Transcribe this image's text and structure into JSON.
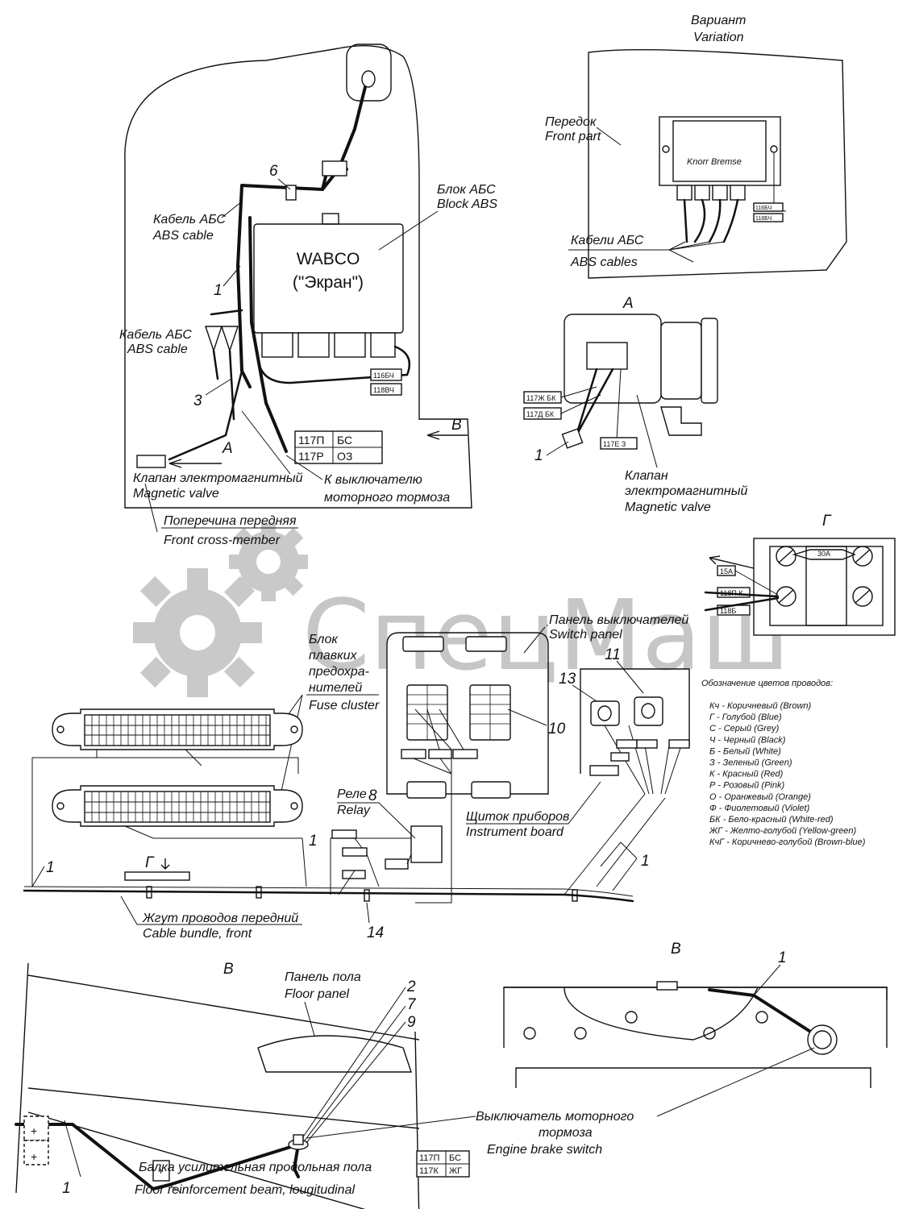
{
  "variation": {
    "ru": "Вариант",
    "en": "Variation"
  },
  "front_part": {
    "ru": "Передок",
    "en": "Front part"
  },
  "knorr_label": "Knorr Bremse",
  "abs_cables": {
    "ru": "Кабели АБС",
    "en": "ABS cables"
  },
  "view_a": "А",
  "view_g": "Г",
  "view_v": "В",
  "block_abs": {
    "ru": "Блок АБС",
    "en": "Block ABS"
  },
  "wabco": {
    "line1": "WABCO",
    "line2": "(\"Экран\")"
  },
  "abs_cable_top": {
    "ru": "Кабель АБС",
    "en": "ABS cable"
  },
  "abs_cable_left": {
    "ru": "Кабель АБС",
    "en": "ABS cable"
  },
  "magnetic_valve_main": {
    "ru": "Клапан электромагнитный",
    "en": "Magnetic valve"
  },
  "engine_brake_to": {
    "line1": "К выключателю",
    "line2": "моторного тормоза"
  },
  "front_cross_member": {
    "ru": "Поперечина передняя",
    "en": "Front cross-member"
  },
  "magnetic_valve_a": {
    "line1": "Клапан",
    "line2": "электромагнитный",
    "en": "Magnetic valve"
  },
  "fuse_cluster": {
    "line1": "Блок",
    "line2": "плавких",
    "line3": "предохра-",
    "line4": "нителей",
    "en": "Fuse cluster"
  },
  "switch_panel": {
    "ru": "Панель выключателей",
    "en": "Switch panel"
  },
  "relay": {
    "ru": "Реле",
    "en": "Relay"
  },
  "instrument_board": {
    "ru": "Щиток приборов",
    "en": "Instrument board"
  },
  "cable_bundle": {
    "ru": "Жгут проводов передний",
    "en": "Cable bundle, front"
  },
  "floor_panel": {
    "ru": "Панель пола",
    "en": "Floor panel"
  },
  "floor_beam": {
    "ru": "Балка усилительная продольная пола",
    "en": "Floor reinforcement beam, lougitudinal"
  },
  "engine_brake_switch": {
    "line1": "Выключатель моторного",
    "line2": "тормоза",
    "en": "Engine brake switch"
  },
  "watermark": "СпецМаш",
  "numbers": {
    "n1": "1",
    "n2": "2",
    "n3": "3",
    "n6": "6",
    "n7": "7",
    "n8": "8",
    "n9": "9",
    "n10": "10",
    "n11": "11",
    "n13": "13",
    "n14": "14"
  },
  "wire_table_top": [
    [
      "117П",
      "БС"
    ],
    [
      "117Р",
      "ОЗ"
    ]
  ],
  "wire_table_bottom": [
    [
      "117П",
      "БС"
    ],
    [
      "117К",
      "ЖГ"
    ]
  ],
  "tags": {
    "t116bch": "116БЧ",
    "t118bch": "118ВЧ",
    "t117e3": "117Е  З",
    "t117zhbk": "117Ж БК",
    "t117dbk": "117Д БК",
    "t15a": "15А",
    "t118pk": "118П К",
    "t118b": "118Б",
    "t30a": "30А",
    "t116v": "116БЧ",
    "t118v": "118БЧ"
  },
  "legend": {
    "title": "Обозначение цветов проводов:",
    "items": [
      "Кч  - Коричневый (Brown)",
      "Г  - Голубой (Blue)",
      "С  - Серый (Grey)",
      "Ч  - Черный (Black)",
      "Б  - Белый (White)",
      "З  - Зеленый (Green)",
      "К  - Красный (Red)",
      "Р  - Розовый (Pink)",
      "О  - Оранжевый (Orange)",
      "Ф  - Фиолетовый (Violet)",
      "БК  - Бело-красный (White-red)",
      "ЖГ - Желто-голубой (Yellow-green)",
      "КчГ - Коричнево-голубой (Brown-blue)"
    ]
  }
}
